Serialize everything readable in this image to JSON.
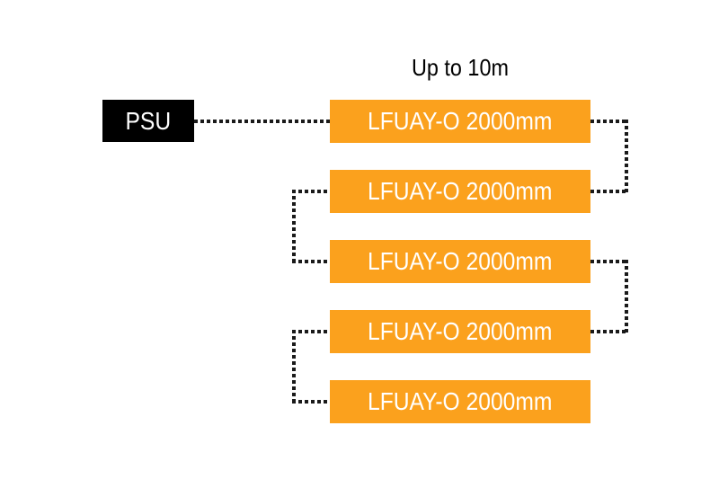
{
  "diagram": {
    "title": "Up to 10m",
    "psu": {
      "label": "PSU"
    },
    "luminaires": [
      {
        "label": "LFUAY-O 2000mm"
      },
      {
        "label": "LFUAY-O 2000mm"
      },
      {
        "label": "LFUAY-O 2000mm"
      },
      {
        "label": "LFUAY-O 2000mm"
      },
      {
        "label": "LFUAY-O 2000mm"
      }
    ],
    "colors": {
      "bar": "#FBA11D",
      "psu_box": "#000000",
      "bar_text": "#FFFFFF",
      "psu_text": "#FFFFFF",
      "connector": "#1A1A1A",
      "background": "#FFFFFF",
      "title_text": "#000000"
    }
  }
}
